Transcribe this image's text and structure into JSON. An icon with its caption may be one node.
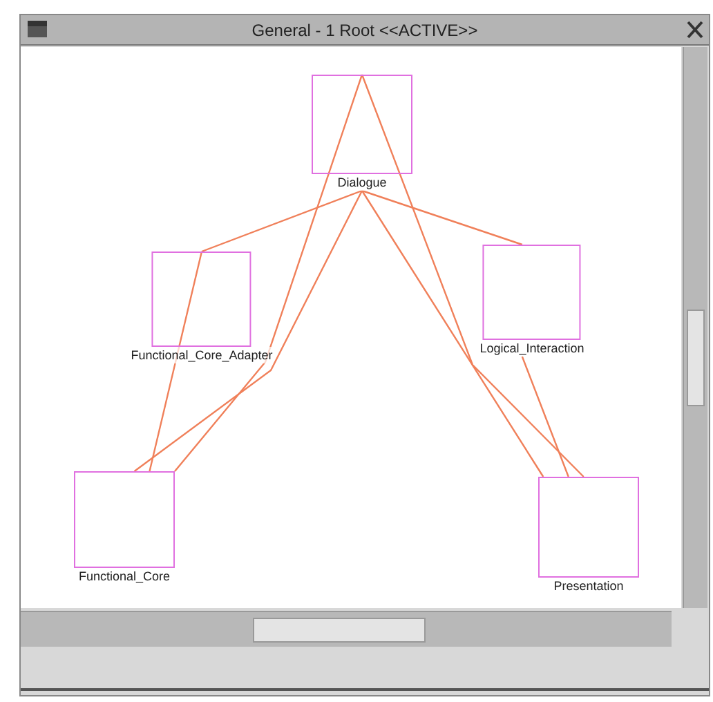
{
  "diagram": {
    "title": "General - 1 Root <<ACTIVE>>",
    "nodes": [
      {
        "text": [
          "Dialogue"
        ]
      },
      {
        "text": [
          "Functional_Core_Adapter"
        ]
      },
      {
        "text": [
          "Logical_Interaction"
        ]
      },
      {
        "text": [
          "Functional_Core"
        ]
      },
      {
        "text": [
          "Presentation"
        ]
      }
    ],
    "edges": [
      {
        "from": 0,
        "to": 1,
        "arrow": "none"
      },
      {
        "from": 0,
        "to": 2,
        "arrow": "none"
      },
      {
        "from": 0,
        "to": 3,
        "arrow": "none"
      },
      {
        "from": 0,
        "to": 3,
        "arrow": "none"
      },
      {
        "from": 1,
        "to": 3,
        "arrow": "none"
      },
      {
        "from": 0,
        "to": 4,
        "arrow": "none"
      },
      {
        "from": 0,
        "to": 4,
        "arrow": "none"
      },
      {
        "from": 2,
        "to": 4,
        "arrow": "none"
      }
    ]
  }
}
